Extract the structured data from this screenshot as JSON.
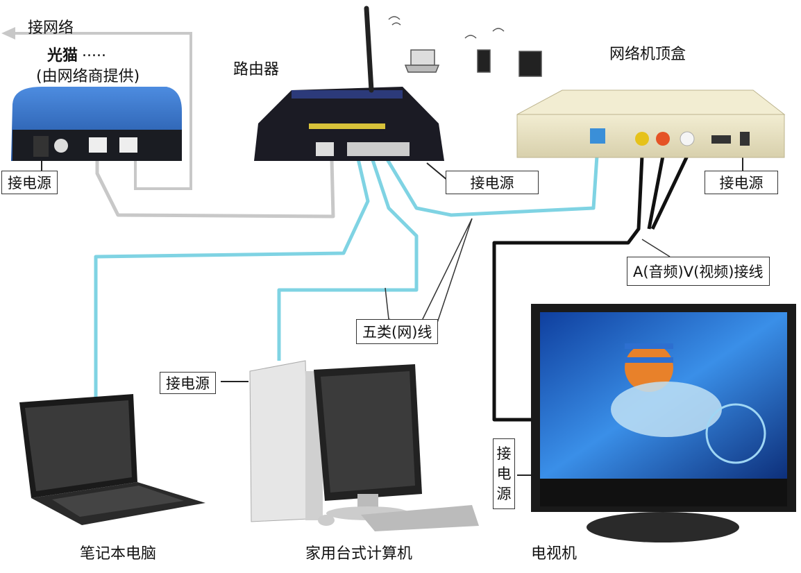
{
  "labels": {
    "internet": "接网络",
    "modem_title": "光猫",
    "modem_dots": ".....",
    "modem_sub": "(由网络商提供)",
    "router": "路由器",
    "stb": "网络机顶盒",
    "laptop": "笔记本电脑",
    "desktop": "家用台式计算机",
    "tv": "电视机",
    "cat5": "五类(网)线",
    "av_cable": "A(音频)V(视频)接线",
    "power_modem": "接电源",
    "power_router": "接电源",
    "power_stb": "接电源",
    "power_pc": "接电源",
    "power_tv": [
      "接",
      "电",
      "源"
    ]
  },
  "colors": {
    "lan_cable": "#7fd3e3",
    "grey_cable": "#c8c8c8",
    "av_cable": "#111111",
    "modem_blue": "#2f6fc1",
    "router_body": "#1b1b24",
    "stb_body": "#e8e2c4",
    "tv_screen": "#1c5fc8"
  },
  "icons": [
    "arrow-left-icon",
    "antenna-icon",
    "laptop-icon",
    "phone-icon",
    "tablet-icon",
    "wifi-wave-icon"
  ]
}
